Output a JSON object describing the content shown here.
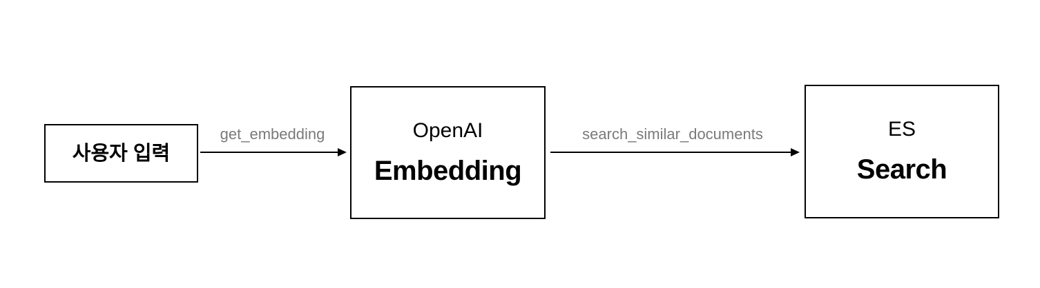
{
  "diagram": {
    "background_color": "#ffffff",
    "colors": {
      "node_border": "#000000",
      "node_text": "#000000",
      "arrow": "#000000",
      "edge_label_text": "#7a7a7a"
    },
    "nodes": [
      {
        "id": "user-input",
        "line1": "사용자 입력"
      },
      {
        "id": "openai-embedding",
        "line1": "OpenAI",
        "line2": "Embedding"
      },
      {
        "id": "es-search",
        "line1": "ES",
        "line2": "Search"
      }
    ],
    "edges": [
      {
        "from": "user-input",
        "to": "openai-embedding",
        "label": "get_embedding"
      },
      {
        "from": "openai-embedding",
        "to": "es-search",
        "label": "search_similar_documents"
      }
    ]
  }
}
